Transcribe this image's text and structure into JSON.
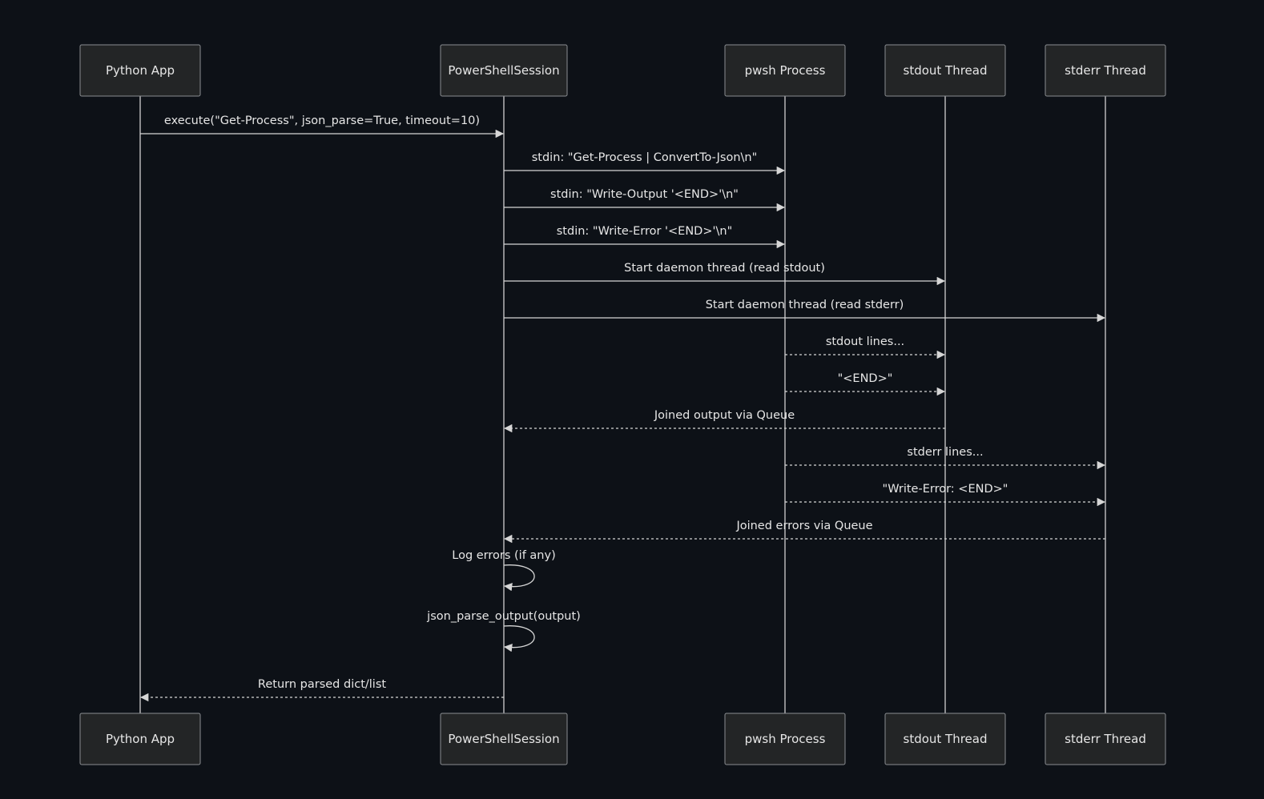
{
  "diagram": {
    "type": "sequence",
    "colors": {
      "background": "#0d1117",
      "actor_fill": "#232526",
      "actor_border": "#8a8d91",
      "line": "#d6d6d6",
      "text": "#e6e6e6"
    },
    "actors": [
      {
        "id": "app",
        "label": "Python App"
      },
      {
        "id": "session",
        "label": "PowerShellSession"
      },
      {
        "id": "pwsh",
        "label": "pwsh Process"
      },
      {
        "id": "stdout",
        "label": "stdout Thread"
      },
      {
        "id": "stderr",
        "label": "stderr Thread"
      }
    ],
    "messages": [
      {
        "from": "app",
        "to": "session",
        "label": "execute(\"Get-Process\", json_parse=True, timeout=10)",
        "style": "solid"
      },
      {
        "from": "session",
        "to": "pwsh",
        "label": "stdin: \"Get-Process | ConvertTo-Json\\n\"",
        "style": "solid"
      },
      {
        "from": "session",
        "to": "pwsh",
        "label": "stdin: \"Write-Output '<END>'\\n\"",
        "style": "solid"
      },
      {
        "from": "session",
        "to": "pwsh",
        "label": "stdin: \"Write-Error '<END>'\\n\"",
        "style": "solid"
      },
      {
        "from": "session",
        "to": "stdout",
        "label": "Start daemon thread (read stdout)",
        "style": "solid"
      },
      {
        "from": "session",
        "to": "stderr",
        "label": "Start daemon thread (read stderr)",
        "style": "solid"
      },
      {
        "from": "pwsh",
        "to": "stdout",
        "label": "stdout lines...",
        "style": "dotted"
      },
      {
        "from": "pwsh",
        "to": "stdout",
        "label": "\"<END>\"",
        "style": "dotted"
      },
      {
        "from": "stdout",
        "to": "session",
        "label": "Joined output via Queue",
        "style": "dotted"
      },
      {
        "from": "pwsh",
        "to": "stderr",
        "label": "stderr lines...",
        "style": "dotted"
      },
      {
        "from": "pwsh",
        "to": "stderr",
        "label": "\"Write-Error: <END>\"",
        "style": "dotted"
      },
      {
        "from": "stderr",
        "to": "session",
        "label": "Joined errors via Queue",
        "style": "dotted"
      },
      {
        "from": "session",
        "to": "session",
        "label": "Log errors (if any)",
        "style": "solid"
      },
      {
        "from": "session",
        "to": "session",
        "label": "json_parse_output(output)",
        "style": "solid"
      },
      {
        "from": "session",
        "to": "app",
        "label": "Return parsed dict/list",
        "style": "dotted"
      }
    ]
  }
}
